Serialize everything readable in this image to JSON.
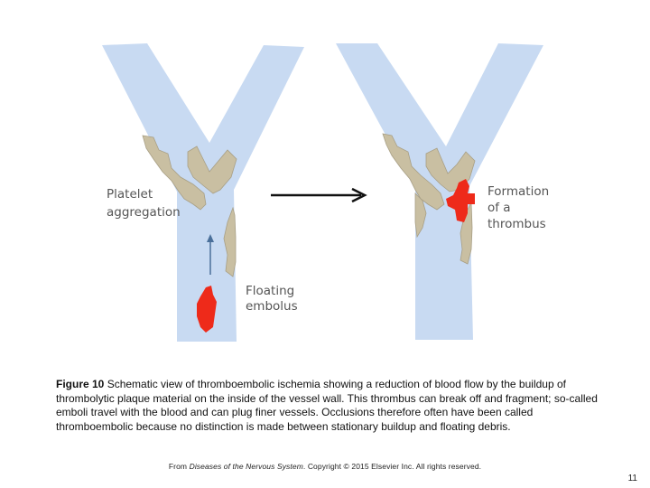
{
  "diagram": {
    "labels": {
      "platelet_aggregation": [
        "Platelet",
        "aggregation"
      ],
      "floating_embolus": [
        "Floating",
        "embolus"
      ],
      "formation_of_thrombus": [
        "Formation",
        "of a",
        "thrombus"
      ]
    },
    "colors": {
      "vessel": "#c8daf2",
      "plaque": "#c9bfa2",
      "plaque_edge": "#a89f85",
      "clot": "#ee2a1a",
      "arrow": "#111111",
      "flow_arrow": "#4a6f9a"
    }
  },
  "caption": {
    "figure_label": "Figure 10",
    "text": "Schematic view of thromboembolic ischemia showing a reduction of blood flow by the buildup of thrombolytic plaque material on the inside of the vessel wall. This thrombus can break off and fragment; so-called emboli travel with the blood and can plug finer vessels. Occlusions therefore often have been called thromboembolic because no distinction is made between stationary buildup and floating debris."
  },
  "source": {
    "prefix": "From ",
    "book": "Diseases of the Nervous System",
    "suffix": ". Copyright © 2015 Elsevier Inc. All rights reserved."
  },
  "page_number": "11"
}
